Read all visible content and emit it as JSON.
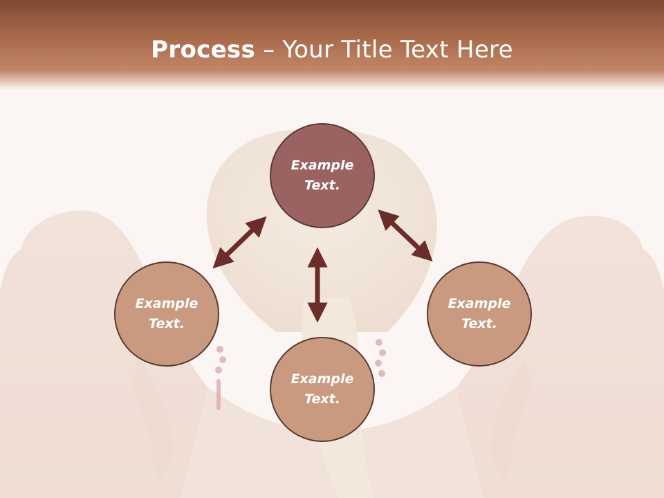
{
  "title": {
    "bold": "Process",
    "rest": " – Your Title Text Here"
  },
  "colors": {
    "header_top": "#7e4a31",
    "header_bottom": "#c18567",
    "node_top": "#9b6262",
    "node_other": "#c99a80",
    "arrow": "#6b2d29",
    "background": "#fbf6f3"
  },
  "nodes": {
    "top": {
      "line1": "Example",
      "line2": "Text."
    },
    "left": {
      "line1": "Example",
      "line2": "Text."
    },
    "right": {
      "line1": "Example",
      "line2": "Text."
    },
    "bottom": {
      "line1": "Example",
      "line2": "Text."
    }
  },
  "background_image": "woman-back-hands-on-neck-blonde-ponytail-faded-photo"
}
